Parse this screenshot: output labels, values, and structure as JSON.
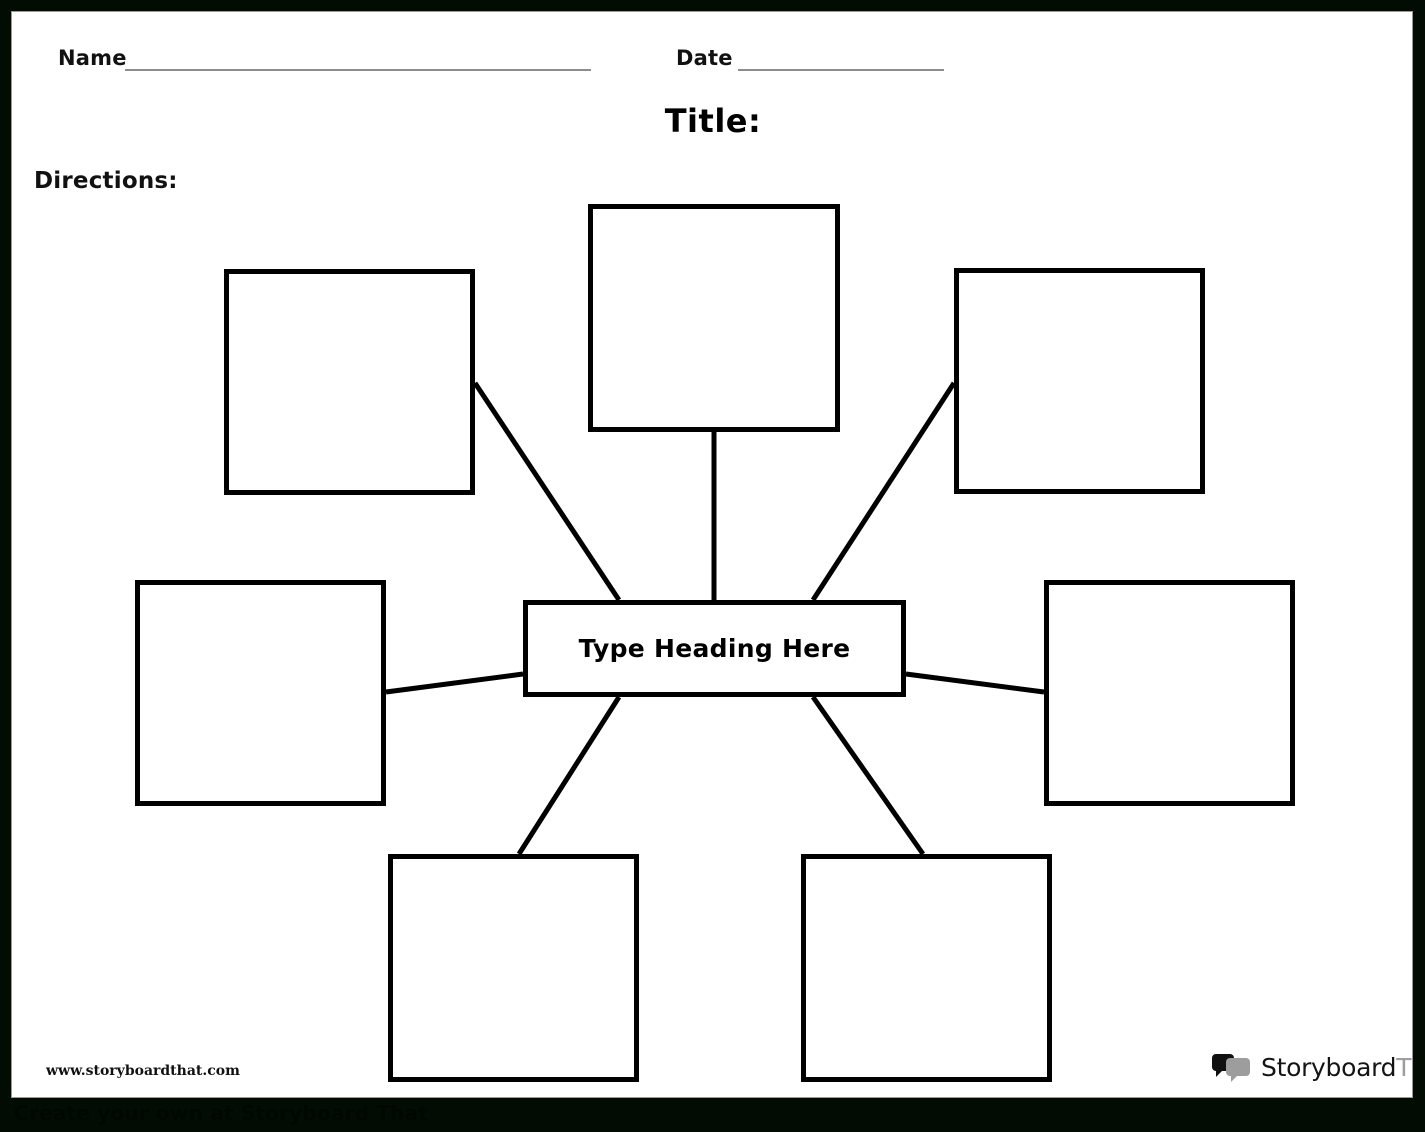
{
  "page": {
    "background_color": "#030c03",
    "paper_color": "#ffffff",
    "ink_color": "#000000"
  },
  "header": {
    "name_label": "Name",
    "date_label": "Date",
    "title_label": "Title:",
    "directions_label": "Directions:"
  },
  "diagram": {
    "type": "spider-map",
    "hub_label": "Type Heading Here",
    "branch_count": 7,
    "branches": [
      {
        "id": "top",
        "label": "",
        "position": "top"
      },
      {
        "id": "top-left",
        "label": "",
        "position": "top-left"
      },
      {
        "id": "top-right",
        "label": "",
        "position": "top-right"
      },
      {
        "id": "mid-left",
        "label": "",
        "position": "middle-left"
      },
      {
        "id": "mid-right",
        "label": "",
        "position": "middle-right"
      },
      {
        "id": "bottom-left",
        "label": "",
        "position": "bottom-left"
      },
      {
        "id": "bottom-right",
        "label": "",
        "position": "bottom-right"
      }
    ]
  },
  "footer": {
    "url": "www.storyboardthat.com",
    "logo_word_dark": "Storyboard",
    "logo_word_light": "That"
  },
  "caption": {
    "text": "Create your own at Storyboard That"
  }
}
